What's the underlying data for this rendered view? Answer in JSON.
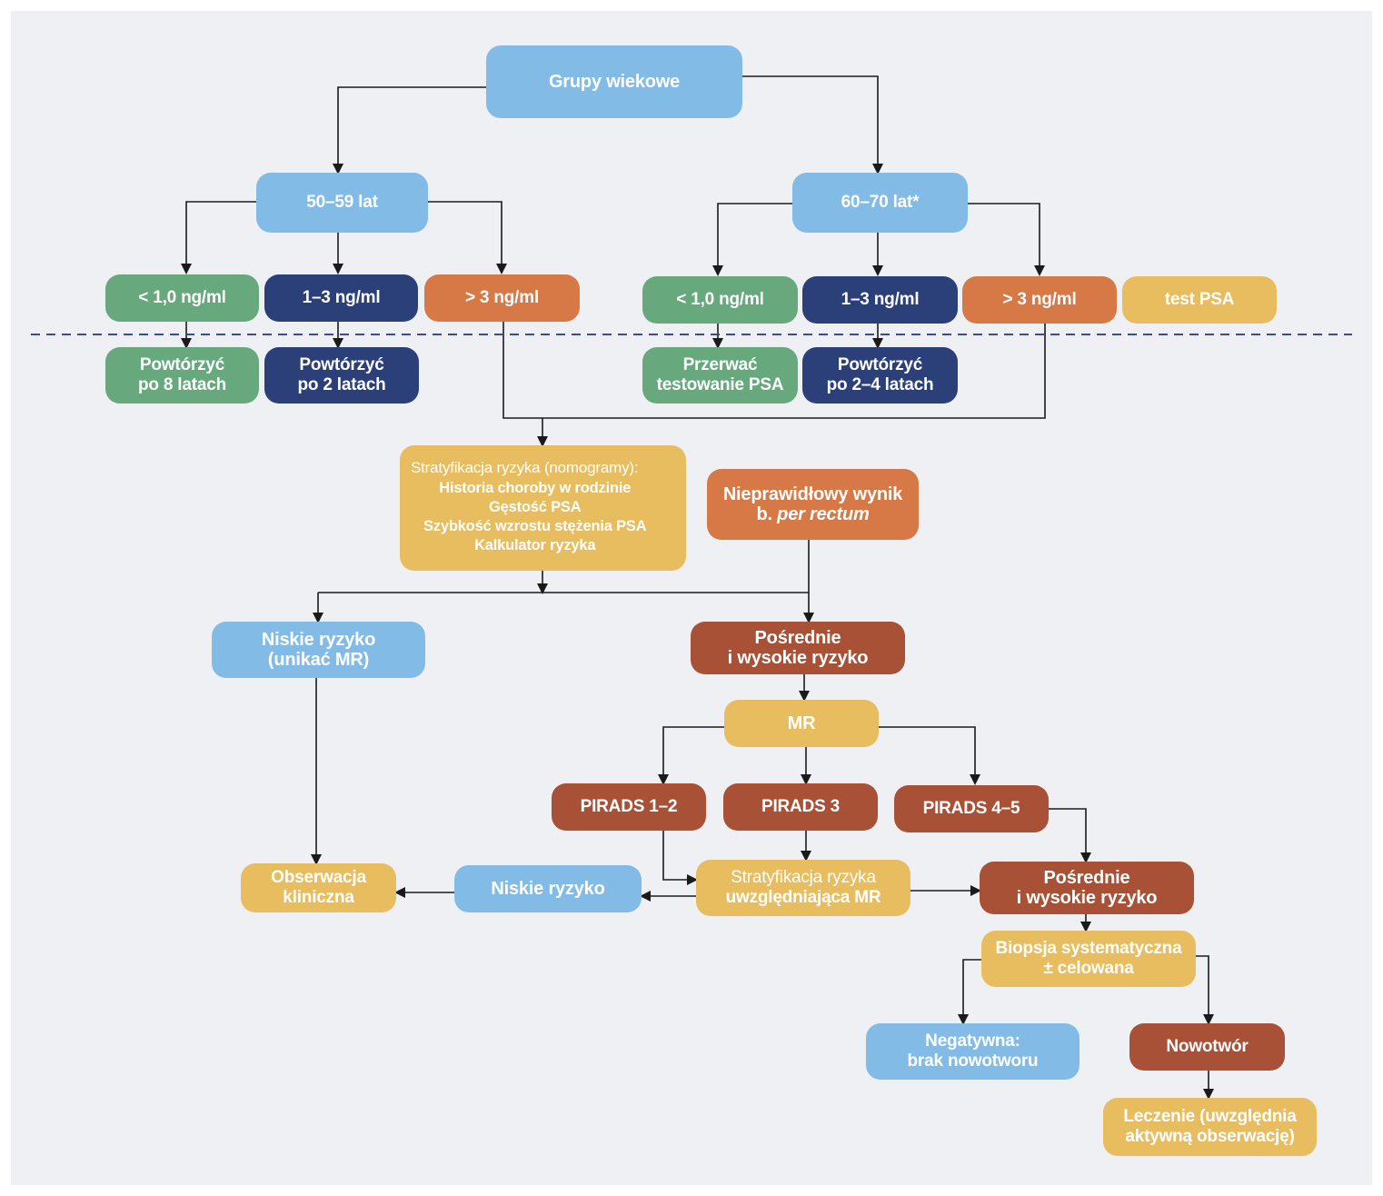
{
  "colors": {
    "background": "#eff0f4",
    "blue": "#82bce6",
    "navy": "#2b3f78",
    "green": "#67a87c",
    "orange": "#d77847",
    "rust": "#a85137",
    "yellow": "#e8bd5f",
    "divider": "#3d4a9c"
  },
  "top": {
    "label": "Grupy wiekowe"
  },
  "age_groups": [
    {
      "label": "50–59 lat"
    },
    {
      "label": "60–70 lat*"
    }
  ],
  "psa_left": [
    {
      "label": "< 1,0 ng/ml"
    },
    {
      "label": "1–3 ng/ml"
    },
    {
      "label": "> 3 ng/ml"
    }
  ],
  "psa_right": [
    {
      "label": "< 1,0 ng/ml"
    },
    {
      "label": "1–3 ng/ml"
    },
    {
      "label": "> 3 ng/ml"
    }
  ],
  "legend": {
    "label": "test PSA"
  },
  "actions": [
    {
      "line1": "Powtórzyć",
      "line2": "po 8 latach"
    },
    {
      "line1": "Powtórzyć",
      "line2": "po 2 latach"
    },
    {
      "line1": "Przerwać",
      "line2": "testowanie PSA"
    },
    {
      "line1": "Powtórzyć",
      "line2": "po 2–4 latach"
    }
  ],
  "risk_stratification": {
    "title": "Stratyfikacja ryzyka (nomogramy):",
    "items": [
      "Historia choroby w rodzinie",
      "Gęstość PSA",
      "Szybkość wzrostu stężenia PSA",
      "Kalkulator ryzyka"
    ]
  },
  "abnormal_dre": {
    "line1": "Nieprawidłowy wynik",
    "line2_prefix": "b. ",
    "line2_italic": "per rectum"
  },
  "low_risk_mr": {
    "line1": "Niskie ryzyko",
    "line2": "(unikać MR)"
  },
  "intermediate_high_1": {
    "line1": "Pośrednie",
    "line2": "i wysokie ryzyko"
  },
  "mr": {
    "label": "MR"
  },
  "pirads": [
    {
      "label": "PIRADS 1–2"
    },
    {
      "label": "PIRADS 3"
    },
    {
      "label": "PIRADS 4–5"
    }
  ],
  "observation": {
    "line1": "Obserwacja",
    "line2": "kliniczna"
  },
  "low_risk": {
    "label": "Niskie ryzyko"
  },
  "strat_mr": {
    "line1": "Stratyfikacja ryzyka",
    "line2": "uwzględniająca MR"
  },
  "intermediate_high_2": {
    "line1": "Pośrednie",
    "line2": "i wysokie ryzyko"
  },
  "biopsy": {
    "line1": "Biopsja systematyczna",
    "line2": "± celowana"
  },
  "negative": {
    "line1": "Negatywna:",
    "line2": "brak nowotworu"
  },
  "cancer": {
    "label": "Nowotwór"
  },
  "treatment": {
    "line1": "Leczenie (uwzględnia",
    "line2": "aktywną obserwację)"
  }
}
